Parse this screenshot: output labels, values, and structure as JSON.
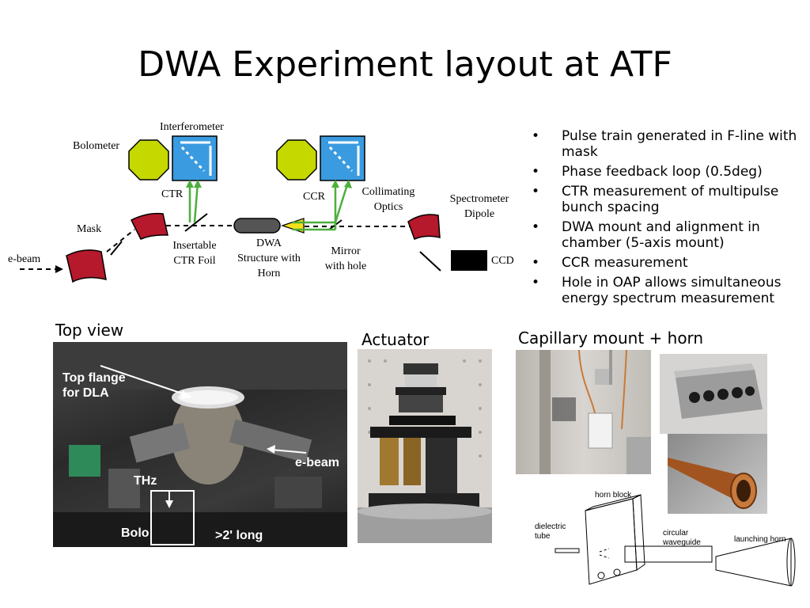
{
  "title": "DWA Experiment layout at ATF",
  "diagram": {
    "labels": {
      "interferometer": "Interferometer",
      "bolometer": "Bolometer",
      "ctr": "CTR",
      "ccr": "CCR",
      "collimating": "Collimating Optics",
      "spectrometer": "Spectrometer Dipole",
      "mask": "Mask",
      "ebeam": "e-beam",
      "foil": "Insertable CTR Foil",
      "dwa": "DWA Structure with Horn",
      "mirror": "Mirror with hole",
      "ccd": "CCD"
    },
    "colors": {
      "dipole": "#b5192b",
      "bolometer": "#c5d800",
      "interferometer": "#3a9be0",
      "optics": "#4caf3c",
      "horn": "#f5e11a"
    }
  },
  "bullets": [
    "Pulse train generated in F-line with mask",
    "Phase feedback loop (0.5deg)",
    "CTR measurement of multipulse bunch spacing",
    "DWA mount and alignment in chamber (5-axis mount)",
    "CCR measurement",
    "Hole in OAP allows simultaneous energy spectrum measurement"
  ],
  "photos": {
    "top_view": {
      "caption": "Top view",
      "labels": {
        "flange": "Top flange for DLA",
        "ebeam": "e-beam",
        "thz": "THz",
        "bolo": "Bolo",
        "long": ">2' long"
      }
    },
    "actuator": {
      "caption": "Actuator"
    },
    "capillary": {
      "caption": "Capillary mount + horn"
    }
  },
  "schematic": {
    "horn_block": "horn block",
    "dielectric": "dielectric tube",
    "circular": "circular waveguide",
    "launching": "launching horn"
  }
}
